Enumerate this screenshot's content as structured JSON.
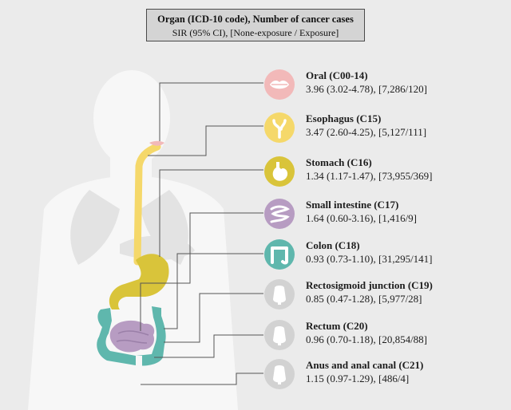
{
  "legend": {
    "title": "Organ (ICD-10 code), Number of cancer cases",
    "subtitle": "SIR (95% CI), [None-exposure / Exposure]"
  },
  "organs": [
    {
      "name": "Oral (C00-14)",
      "stats": "3.96 (3.02-4.78), [7,286/120]",
      "icon": "lips-icon",
      "color": "#f2b9b9"
    },
    {
      "name": "Esophagus (C15)",
      "stats": "3.47 (2.60-4.25), [5,127/111]",
      "icon": "esophagus-icon",
      "color": "#f5d86a"
    },
    {
      "name": "Stomach (C16)",
      "stats": "1.34 (1.17-1.47), [73,955/369]",
      "icon": "stomach-icon",
      "color": "#d9c43a"
    },
    {
      "name": "Small intestine (C17)",
      "stats": "1.64 (0.60-3.16), [1,416/9]",
      "icon": "small-intestine-icon",
      "color": "#b79cc2"
    },
    {
      "name": "Colon (C18)",
      "stats": "0.93 (0.73-1.10), [31,295/141]",
      "icon": "colon-icon",
      "color": "#5fb7ad"
    },
    {
      "name": "Rectosigmoid junction (C19)",
      "stats": "0.85 (0.47-1.28), [5,977/28]",
      "icon": "rectosigmoid-icon",
      "color": "#d2d2d2"
    },
    {
      "name": "Rectum (C20)",
      "stats": "0.96 (0.70-1.18), [20,854/88]",
      "icon": "rectum-icon",
      "color": "#d2d2d2"
    },
    {
      "name": "Anus and anal canal (C21)",
      "stats": "1.15 (0.97-1.29), [486/4]",
      "icon": "anus-icon",
      "color": "#d2d2d2"
    }
  ]
}
